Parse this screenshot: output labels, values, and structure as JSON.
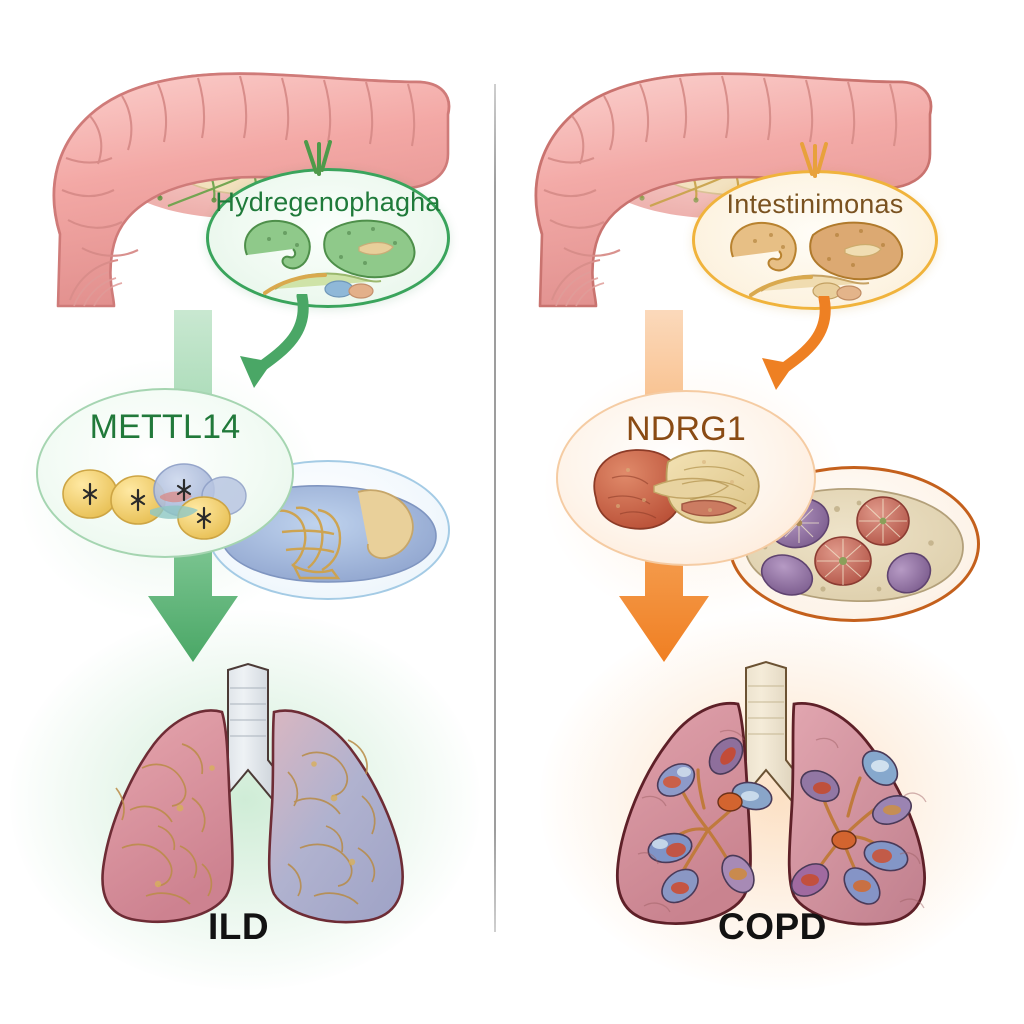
{
  "figure": {
    "title": "Gut microbiota–gene–lung disease schematic",
    "type": "two-panel comparative biomedical diagram",
    "divider": "vertical gray line separating left and right panels"
  },
  "colors": {
    "left_accent": "#3aa45c",
    "left_accent_dark": "#1f7a3a",
    "left_callout_border": "#3aa45c",
    "left_gene_text": "#21793a",
    "right_accent": "#ef7f21",
    "right_callout_border": "#f0b33c",
    "right_gene_text": "#8a4b14",
    "right_panel_border": "#c4601c",
    "disease_label": "#121212",
    "divider": "#9d9d9d",
    "intestine": "#f0a8a6",
    "lung_pink": "#d98f9c",
    "lung_blue": "#a9adcd"
  },
  "left_panel": {
    "id": "left",
    "organ_top": {
      "name": "intestine-illustration",
      "description": "coiled small and large intestine with mesentery and green vessels"
    },
    "bacteria_callout": {
      "label": "Hydregenophagha",
      "color": "#1f7a3a",
      "border_color": "#3aa45c",
      "bacteria_color": "green"
    },
    "gene_panel": {
      "label": "METTL14",
      "color": "#21793a",
      "description": "green oval panel with yellow vesicle cluster"
    },
    "secondary_panel": {
      "name": "blue-cell-panel",
      "description": "blue oval panel with golden cytoskeletal structure"
    },
    "arrow_curved": {
      "name": "curved-arrow-left",
      "color": "#3aa45c",
      "direction": "down-left"
    },
    "arrow_big": {
      "name": "big-down-arrow-left",
      "color": "#5cb878",
      "direction": "down"
    },
    "lungs": {
      "name": "lungs-ild",
      "left_lobe_color": "#d98f9c",
      "right_lobe_color": "#a9adcd",
      "description": "fibrotic lungs, one lobe pink one lobe blue-purple"
    },
    "disease_label": "ILD"
  },
  "right_panel": {
    "id": "right",
    "organ_top": {
      "name": "intestine-illustration",
      "description": "coiled small and large intestine with mesentery and golden vessels"
    },
    "bacteria_callout": {
      "label": "Intestinimonas",
      "color": "#7a5220",
      "border_color": "#f0b33c",
      "bacteria_color": "tan-orange"
    },
    "gene_panel": {
      "label": "NDRG1",
      "color": "#8a4b14",
      "description": "peach oval panel with red-orange tissue lobes"
    },
    "secondary_panel": {
      "name": "alveolar-cell-panel",
      "description": "brown-bordered oval with purple and red cell bodies in beige matrix"
    },
    "arrow_curved": {
      "name": "curved-arrow-right",
      "color": "#ef7f21",
      "direction": "down-left"
    },
    "arrow_big": {
      "name": "big-down-arrow-right",
      "color": "#f3832a",
      "direction": "down"
    },
    "lungs": {
      "name": "lungs-copd",
      "lobe_color": "#d3909c",
      "description": "lungs with colorful inflamed alveolar clusters on bronchial branches"
    },
    "disease_label": "COPD"
  }
}
